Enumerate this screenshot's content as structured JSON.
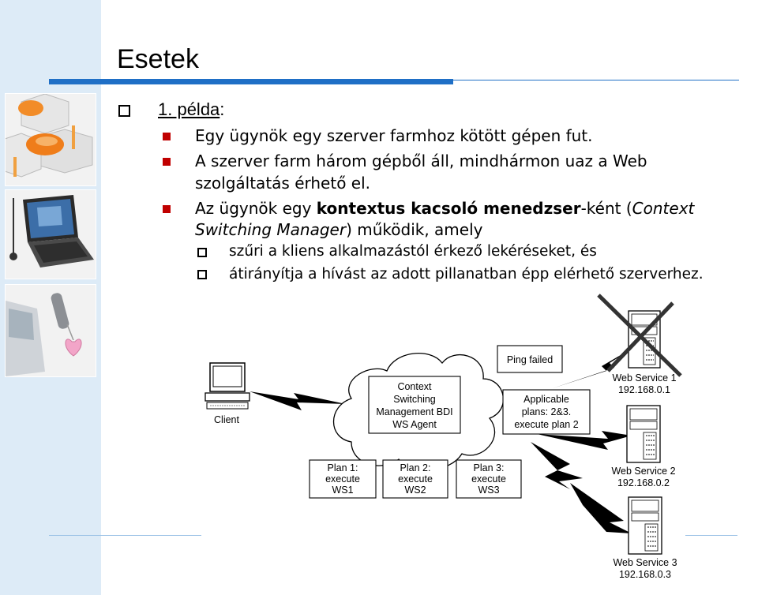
{
  "title": "Esetek",
  "level1": {
    "link_text": "1. példa",
    "suffix": ":"
  },
  "bullets": [
    {
      "lines": [
        "Egy ügynök egy szerver farmhoz kötött gépen fut."
      ]
    },
    {
      "lines": [
        "A szerver farm három gépből áll, mindhármon uaz a Web",
        "szolgáltatás érhető el."
      ]
    },
    {
      "line1_pre": "Az ügynök egy ",
      "line1_bold": "kontextus kacsoló menedzser",
      "line1_mid": "-ként (",
      "line1_italic": "Context",
      "line2_italic": "Switching Manager",
      "line2_post": ") működik, amely"
    }
  ],
  "subbullets": [
    "szűri a kliens alkalmazástól érkező lekéréseket, és",
    "átirányítja a hívást az adott pillanatban épp elérhető szerverhez."
  ],
  "diagram": {
    "client_label": "Client",
    "cloud_lines": [
      "Context",
      "Switching",
      "Management BDI",
      "WS Agent"
    ],
    "ping_label": "Ping failed",
    "applicable_lines": [
      "Applicable",
      "plans: 2&3.",
      "execute plan 2"
    ],
    "plans": [
      {
        "lines": [
          "Plan 1:",
          "execute",
          "WS1"
        ]
      },
      {
        "lines": [
          "Plan 2:",
          "execute",
          "WS2"
        ]
      },
      {
        "lines": [
          "Plan 3:",
          "execute",
          "WS3"
        ]
      }
    ],
    "services": [
      {
        "name": "Web Service 1",
        "ip": "192.168.0.1",
        "failed": true
      },
      {
        "name": "Web Service 2",
        "ip": "192.168.0.2",
        "failed": false
      },
      {
        "name": "Web Service 3",
        "ip": "192.168.0.3",
        "failed": false
      }
    ]
  },
  "colors": {
    "accent": "#1f6fc6",
    "left_band": "#ddebf7",
    "bullet_red": "#c00000",
    "failed_cross": "#333333"
  },
  "icons": {
    "level1_bullet": "hollow-square",
    "level2_bullet": "filled-red-square",
    "level3_bullet": "hollow-square"
  }
}
